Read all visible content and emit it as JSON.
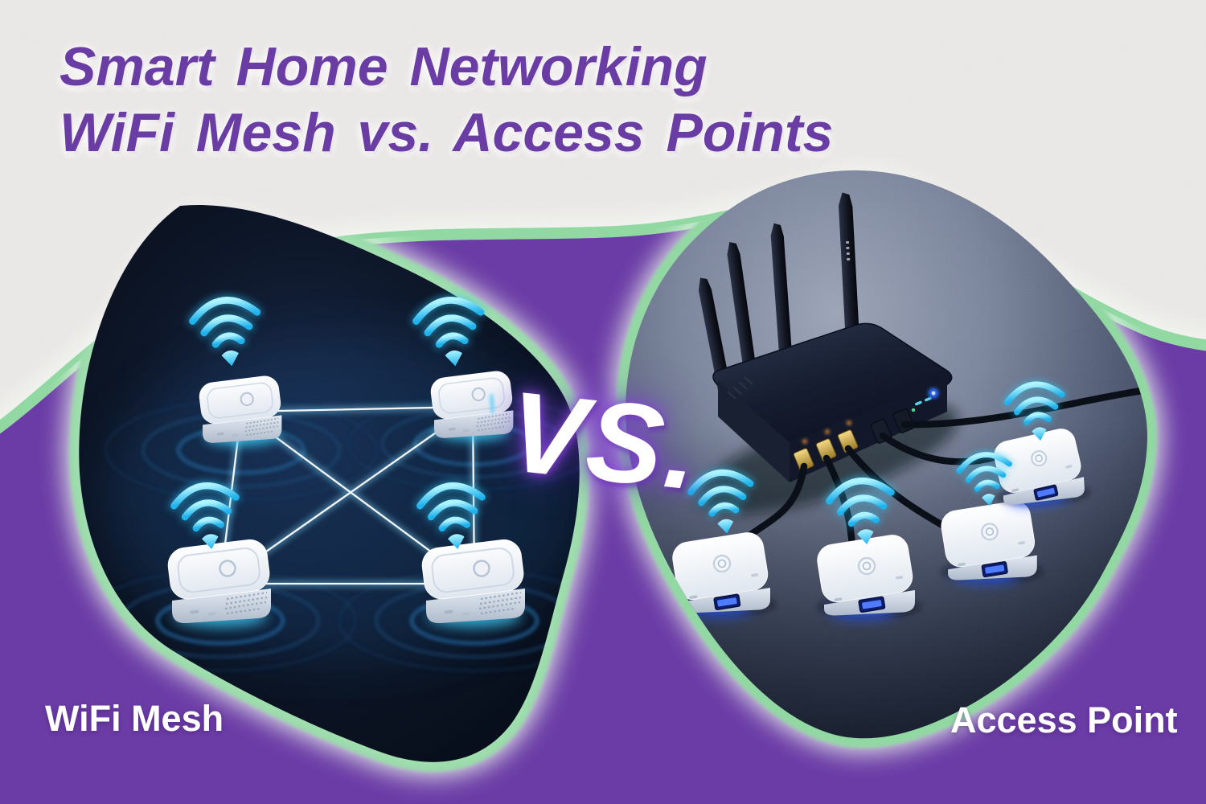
{
  "header": {
    "title_line1": "Smart Home Networking",
    "title_line2": "WiFi Mesh vs. Access Points"
  },
  "versus": {
    "label": "VS."
  },
  "panels": {
    "left": {
      "label": "WiFi Mesh"
    },
    "right": {
      "label": "Access Point"
    }
  },
  "icons": {
    "wifi": "wifi-signal-icon"
  },
  "colors": {
    "background": "#ECEAE8",
    "purple_blob": "#6B3CA6",
    "green_outline": "#92D8A3",
    "navy_blob": "#0D1627",
    "slate_surface": "#6F7A8F",
    "wifi_cyan": "#3FD0F6",
    "title_purple": "#6A3DA5",
    "label_white": "#FFFFFF"
  }
}
